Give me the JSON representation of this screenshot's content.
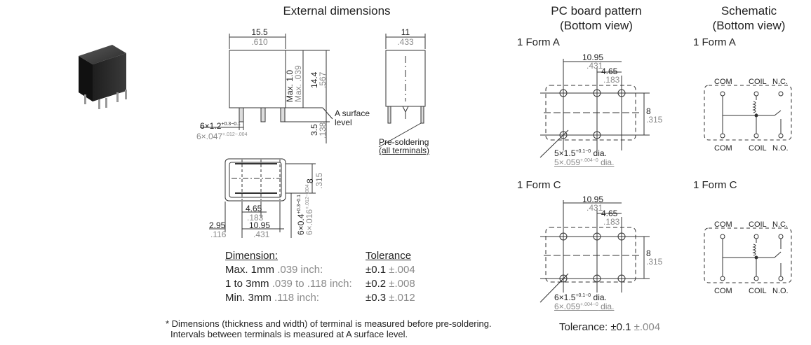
{
  "headings": {
    "external": "External dimensions",
    "pc_board_1": "PC board pattern",
    "pc_board_2": "(Bottom view)",
    "schematic_1": "Schematic",
    "schematic_2": "(Bottom view)"
  },
  "form_labels": {
    "pc_a": "1 Form A",
    "pc_c": "1 Form C",
    "sch_a": "1 Form A",
    "sch_c": "1 Form C"
  },
  "front_view": {
    "width_mm": "15.5",
    "width_in": ".610",
    "max_mm": "Max. 1.0",
    "max_in": "Max. .039",
    "height_mm": "14.4",
    "height_in": ".567",
    "pin_mm": "6×1.2",
    "pin_mm_tol": "+0.3−0.1",
    "pin_in": "6×.047",
    "pin_in_tol": "+.012−.004",
    "surface_1": "A surface",
    "surface_2": "level",
    "lead_mm": "3.5",
    "lead_in": ".138"
  },
  "side_view": {
    "width_mm": "11",
    "width_in": ".433",
    "presolder_1": "Pre-soldering",
    "presolder_2": "(all terminals)"
  },
  "bottom_view": {
    "h_mm": "8",
    "h_in": ".315",
    "d1_mm": "4.65",
    "d1_in": ".183",
    "d2_mm": "10.95",
    "d2_in": ".431",
    "d3_mm": "2.95",
    "d3_in": ".116",
    "pin_mm": "6×0.4",
    "pin_mm_tol": "+0.3−0.1",
    "pin_in": "6×.016",
    "pin_in_tol": "+.012−.004"
  },
  "tolerance_table": {
    "col1_header": "Dimension:",
    "col2_header": "Tolerance",
    "rows": [
      {
        "mm": "Max. 1mm",
        "inch": ".039 inch:",
        "tol": "±0.1",
        "tol_in": "±.004"
      },
      {
        "mm": "1 to 3mm",
        "inch": ".039 to .118 inch:",
        "tol": "±0.2",
        "tol_in": "±.008"
      },
      {
        "mm": "Min. 3mm",
        "inch": ".118 inch:",
        "tol": "±0.3",
        "tol_in": "±.012"
      }
    ]
  },
  "footnote": {
    "line1": "* Dimensions (thickness and width) of terminal is measured before pre-soldering.",
    "line2": "Intervals between terminals is measured at A surface level."
  },
  "pcb_a": {
    "d1_mm": "10.95",
    "d1_in": ".431",
    "d2_mm": "4.65",
    "d2_in": ".183",
    "h_mm": "8",
    "h_in": ".315",
    "hole_mm": "5×1.5",
    "hole_mm_tol": "+0.1−0",
    "hole_mm_suffix": " dia.",
    "hole_in": "5×.059",
    "hole_in_tol": "+.004−0",
    "hole_in_suffix": " dia."
  },
  "pcb_c": {
    "d1_mm": "10.95",
    "d1_in": ".431",
    "d2_mm": "4.65",
    "d2_in": ".183",
    "h_mm": "8",
    "h_in": ".315",
    "hole_mm": "6×1.5",
    "hole_mm_tol": "+0.1−0",
    "hole_mm_suffix": " dia.",
    "hole_in": "6×.059",
    "hole_in_tol": "+.004−0",
    "hole_in_suffix": " dia."
  },
  "pcb_tolerance": {
    "label": "Tolerance: ±0.1",
    "inch": "±.004"
  },
  "schematic_a": {
    "top": [
      "COM",
      "COIL",
      "N.C."
    ],
    "bottom": [
      "COM",
      "COIL",
      "N.O."
    ]
  },
  "schematic_c": {
    "top": [
      "COM",
      "COIL",
      "N.C."
    ],
    "bottom": [
      "COM",
      "COIL",
      "N.O."
    ]
  }
}
